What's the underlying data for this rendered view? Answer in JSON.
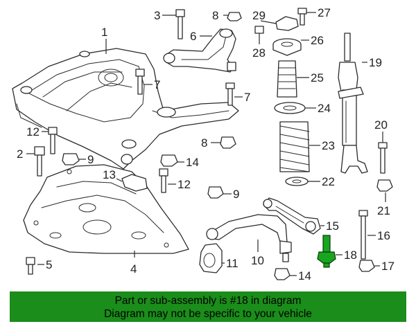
{
  "callouts": [
    {
      "n": "1"
    },
    {
      "n": "2"
    },
    {
      "n": "3"
    },
    {
      "n": "4"
    },
    {
      "n": "5"
    },
    {
      "n": "6"
    },
    {
      "n": "7"
    },
    {
      "n": "7"
    },
    {
      "n": "8"
    },
    {
      "n": "8"
    },
    {
      "n": "9"
    },
    {
      "n": "9"
    },
    {
      "n": "10"
    },
    {
      "n": "11"
    },
    {
      "n": "12"
    },
    {
      "n": "12"
    },
    {
      "n": "13"
    },
    {
      "n": "14"
    },
    {
      "n": "14"
    },
    {
      "n": "15"
    },
    {
      "n": "16"
    },
    {
      "n": "17"
    },
    {
      "n": "18"
    },
    {
      "n": "19"
    },
    {
      "n": "20"
    },
    {
      "n": "21"
    },
    {
      "n": "22"
    },
    {
      "n": "23"
    },
    {
      "n": "24"
    },
    {
      "n": "25"
    },
    {
      "n": "26"
    },
    {
      "n": "27"
    },
    {
      "n": "28"
    },
    {
      "n": "29"
    }
  ],
  "highlighted_part": "18",
  "highlight_color": "#1a8d1a",
  "banner": {
    "line1": "Part or sub-assembly is #18 in diagram",
    "line2": "Diagram may not be specific to your vehicle"
  }
}
